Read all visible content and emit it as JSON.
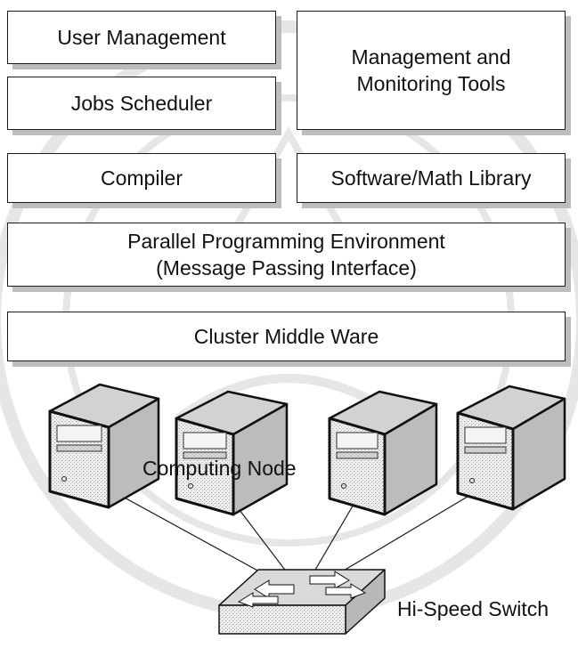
{
  "diagram": {
    "layers": {
      "user_management": "User Management",
      "jobs_scheduler": "Jobs Scheduler",
      "management_tools": "Management and\nMonitoring Tools",
      "compiler": "Compiler",
      "software_library": "Software/Math Library",
      "parallel_env": "Parallel Programming Environment\n(Message Passing Interface)",
      "middleware": "Cluster Middle Ware"
    },
    "nodes": {
      "label": "Computing Node",
      "count": 4
    },
    "switch": {
      "label": "Hi-Speed Switch"
    },
    "colors": {
      "box_border": "#1a1a1a",
      "box_shadow": "#bdbdbd",
      "server_face": "#e3e3e3",
      "server_side": "#bcbcbc",
      "watermark": "#e6e6e6"
    }
  }
}
